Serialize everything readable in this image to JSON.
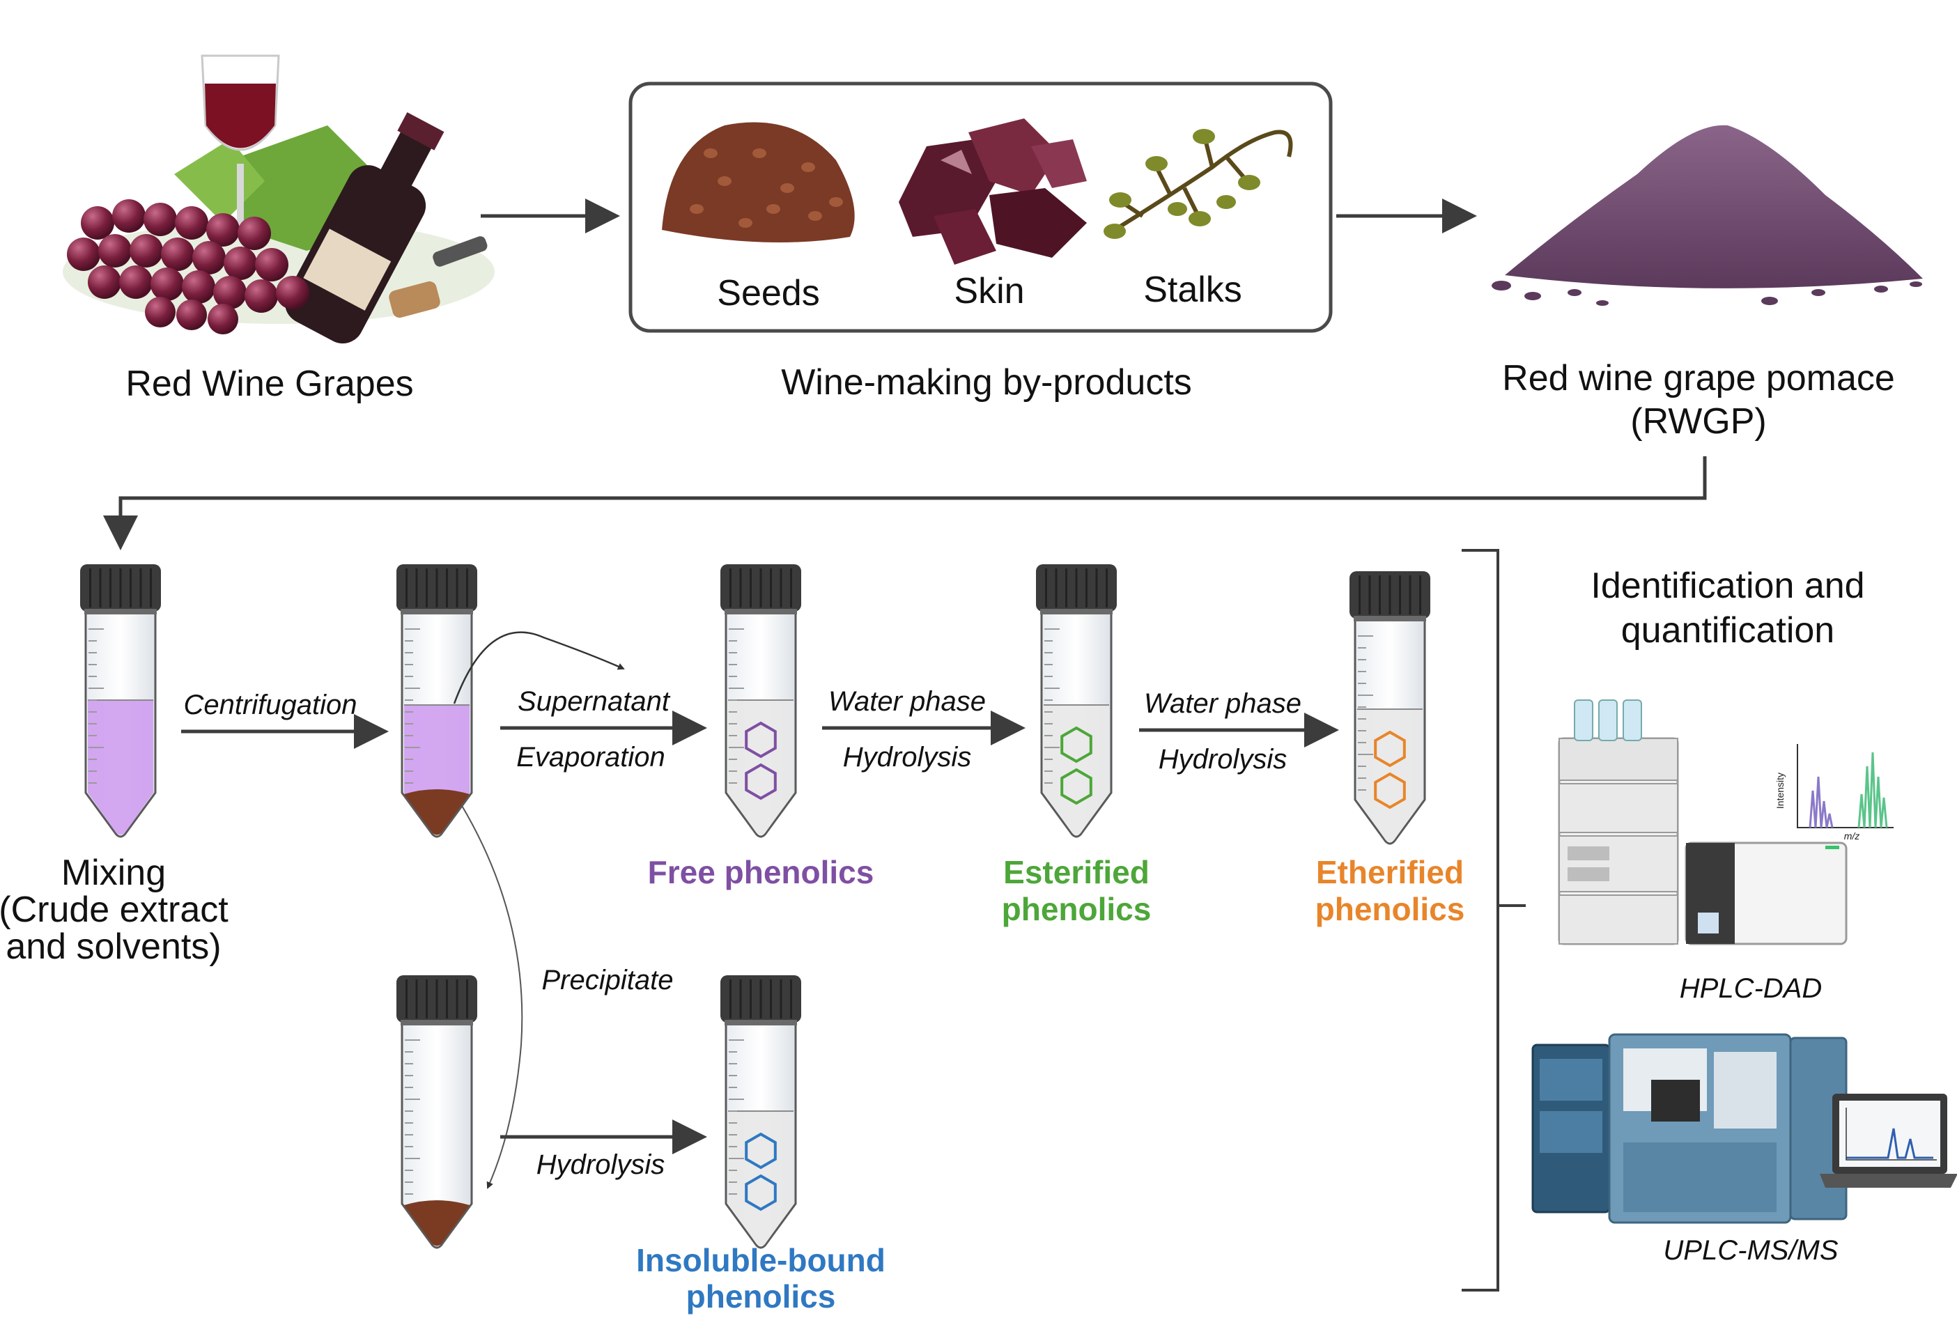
{
  "top": {
    "grapes_label": "Red Wine Grapes",
    "byproducts_label": "Wine-making by-products",
    "byproducts": [
      "Seeds",
      "Skin",
      "Stalks"
    ],
    "pomace_label_1": "Red wine grape pomace",
    "pomace_label_2": "(RWGP)"
  },
  "process": {
    "mixing_1": "Mixing",
    "mixing_2": "(Crude extract",
    "mixing_3": "and solvents)",
    "centrifugation": "Centrifugation",
    "supernatant": "Supernatant",
    "evaporation": "Evaporation",
    "water_phase_1": "Water phase",
    "hydrolysis_1": "Hydrolysis",
    "water_phase_2": "Water phase",
    "hydrolysis_2": "Hydrolysis",
    "precipitate": "Precipitate",
    "hydrolysis_3": "Hydrolysis"
  },
  "products": {
    "free": "Free phenolics",
    "esterified_1": "Esterified",
    "esterified_2": "phenolics",
    "etherified_1": "Etherified",
    "etherified_2": "phenolics",
    "insoluble_1": "Insoluble-bound",
    "insoluble_2": "phenolics"
  },
  "analysis": {
    "title_1": "Identification and",
    "title_2": "quantification",
    "hplc": "HPLC-DAD",
    "uplc": "UPLC-MS/MS",
    "ms_ylabel": "Intensity",
    "ms_xlabel": "m/z"
  },
  "colors": {
    "free": "#7e4fa3",
    "esterified": "#4da639",
    "etherified": "#e8852a",
    "insoluble": "#2f78c2",
    "arrow": "#3c3c3c",
    "liquid": "#cf9df0",
    "pellet": "#7a3b22",
    "pomace": "#6f4b6f"
  }
}
